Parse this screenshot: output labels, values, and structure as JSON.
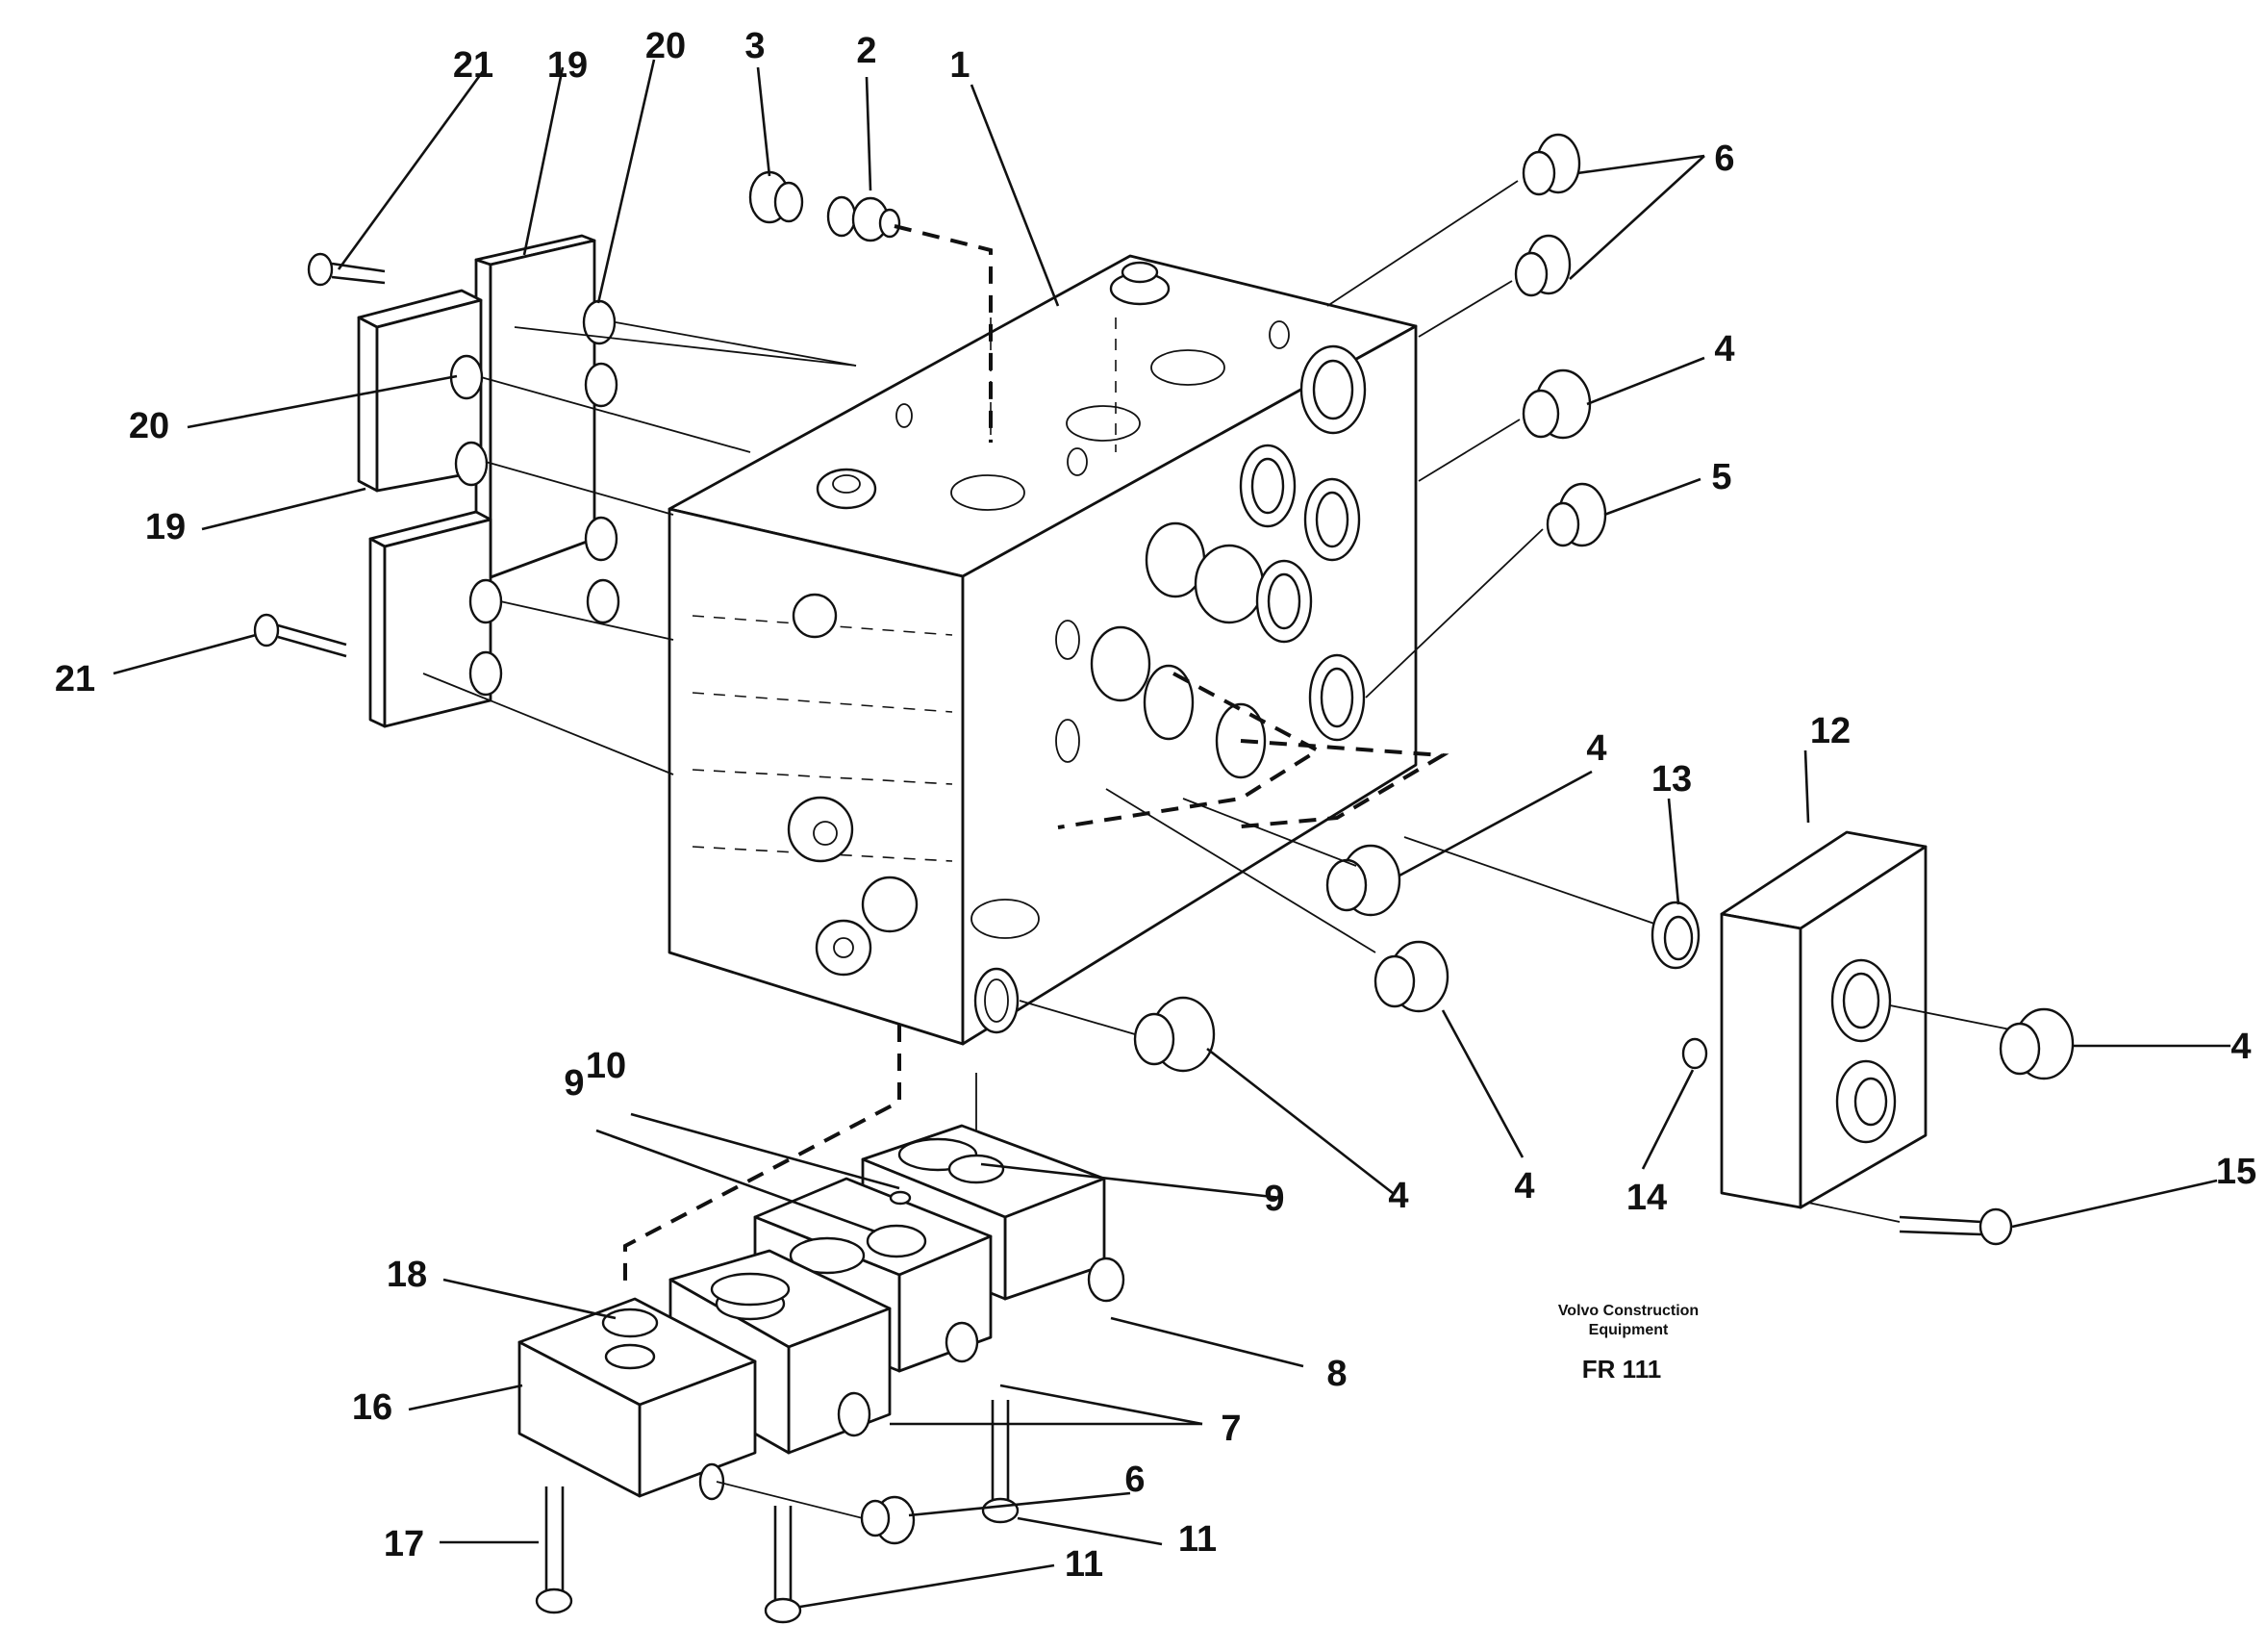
{
  "diagram": {
    "callouts": [
      "1",
      "2",
      "3",
      "4",
      "5",
      "6",
      "7",
      "8",
      "9",
      "10",
      "11",
      "12",
      "13",
      "14",
      "15",
      "16",
      "17",
      "18",
      "19",
      "20",
      "21"
    ],
    "credit_line1": "Volvo Construction",
    "credit_line2": "Equipment",
    "figure_code": "FR 111"
  }
}
